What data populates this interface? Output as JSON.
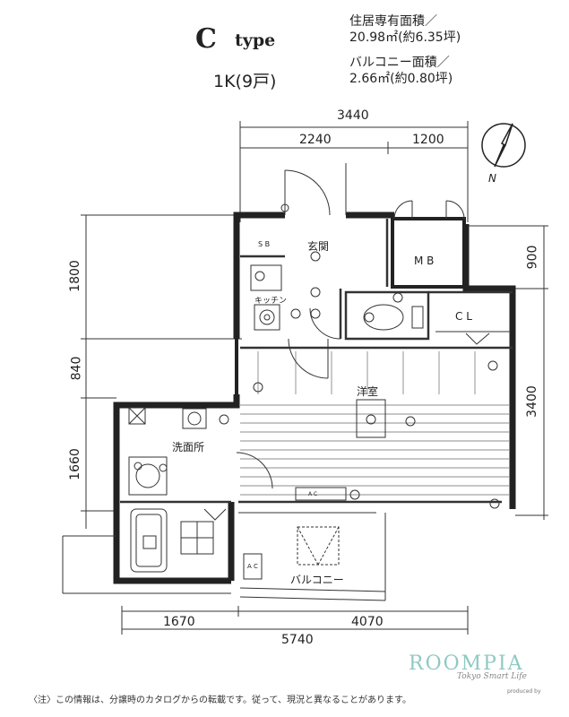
{
  "header": {
    "type_letter": "C",
    "type_word": "type",
    "layout": "1K(9戸)",
    "living_area_label": "住居専有面積／",
    "living_area_value": "20.98㎡(約6.35坪)",
    "balcony_area_label": "バルコニー面積／",
    "balcony_area_value": "2.66㎡(約0.80坪)"
  },
  "compass": {
    "label": "N"
  },
  "dimensions": {
    "top_total": "3440",
    "top_left": "2240",
    "top_right": "1200",
    "left_top": "1800",
    "left_mid": "840",
    "left_bottom": "1660",
    "right_top": "900",
    "right_bottom": "3400",
    "bottom_left": "1670",
    "bottom_right": "4070",
    "bottom_total": "5740"
  },
  "rooms": {
    "entrance": "玄関",
    "shoe_box": "S B",
    "meter_box": "M B",
    "kitchen": "キッチン",
    "closet": "C L",
    "western_room": "洋室",
    "washroom": "洗面所",
    "balcony": "バルコニー",
    "aircon": "A C",
    "outdoor_unit": "A C"
  },
  "branding": {
    "logo": "ROOMPIA",
    "tagline": "Tokyo Smart Life",
    "produced_by": "produced by"
  },
  "footer": {
    "note": "〈注〉この情報は、分譲時のカタログからの転載です。従って、現況と異なることがあります。"
  }
}
